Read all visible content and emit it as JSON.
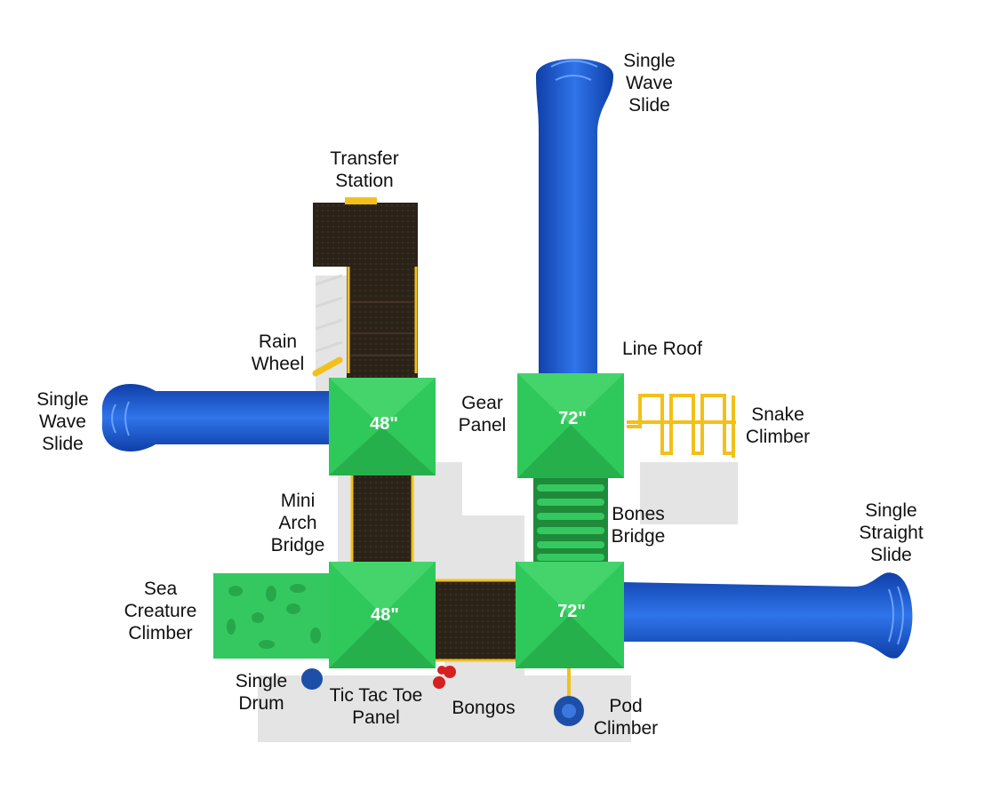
{
  "colors": {
    "slide_blue": "#1f5ed8",
    "roof_green": "#2fc85a",
    "deck_brown": "#2b2218",
    "post_yellow": "#f2c01a",
    "drum_blue": "#1d4fa8",
    "bongo_red": "#d62020"
  },
  "labels": {
    "single_wave_slide_top": "Single\nWave\nSlide",
    "transfer_station": "Transfer\nStation",
    "rain_wheel": "Rain\nWheel",
    "line_roof": "Line Roof",
    "single_wave_slide_left": "Single\nWave\nSlide",
    "gear_panel": "Gear\nPanel",
    "snake_climber": "Snake\nClimber",
    "mini_arch_bridge": "Mini\nArch\nBridge",
    "bones_bridge": "Bones\nBridge",
    "single_straight_slide": "Single\nStraight\nSlide",
    "sea_creature_climber": "Sea\nCreature\nClimber",
    "single_drum": "Single\nDrum",
    "tic_tac_toe_panel": "Tic Tac Toe\nPanel",
    "bongos": "Bongos",
    "pod_climber": "Pod\nClimber"
  },
  "roofs": {
    "top_left": "48\"",
    "top_right": "72\"",
    "bottom_left": "48\"",
    "bottom_right": "72\""
  }
}
